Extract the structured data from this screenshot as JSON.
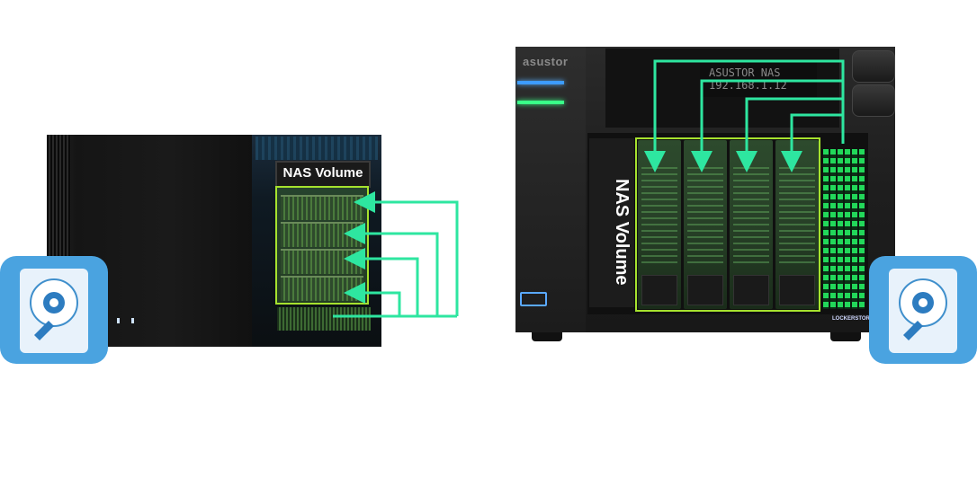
{
  "left_nas": {
    "volume_label": "NAS Volume"
  },
  "right_nas": {
    "brand": "asustor",
    "display_line1": "ASUSTOR NAS",
    "display_line2": "192.168.1.12",
    "volume_label": "NAS Volume",
    "model_badge": "LOCKERSTOR"
  },
  "icons": {
    "left_badge": "hard-drive-gear-icon",
    "right_badge": "hard-drive-gear-icon"
  },
  "colors": {
    "flow_arrow": "#2ee6a0",
    "volume_outline": "#a6e22e",
    "badge_bg": "#4aa3e0",
    "activity_led": "#39ff88"
  }
}
